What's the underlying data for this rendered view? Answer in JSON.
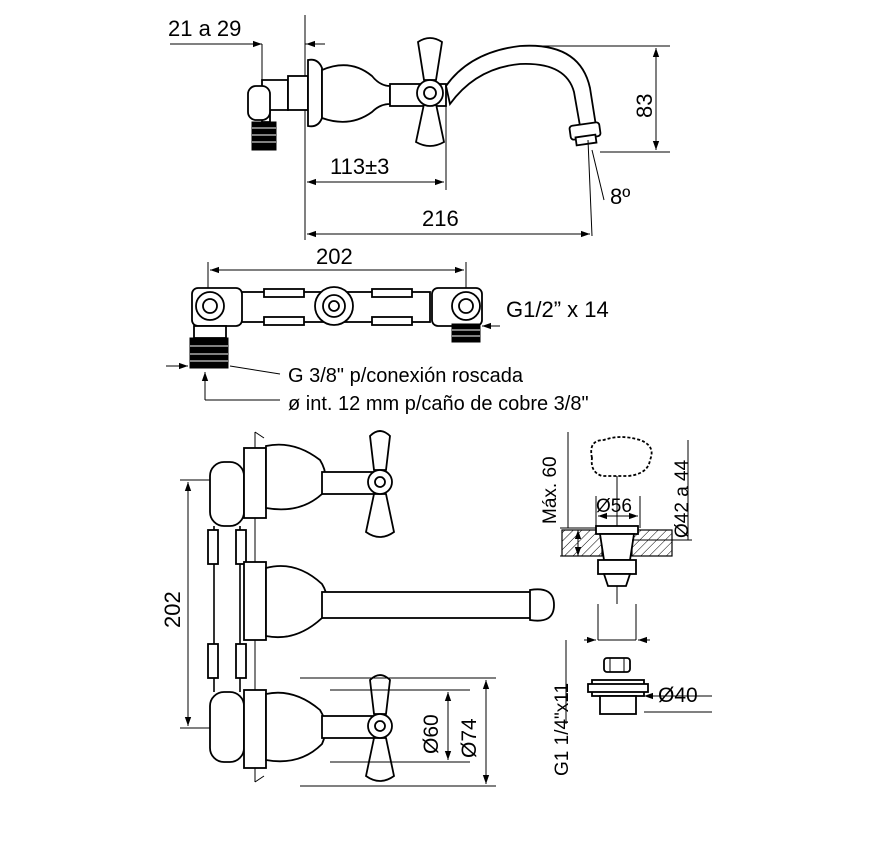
{
  "labels": {
    "wall_range": "21 a 29",
    "height_83": "83",
    "spout_113": "113±3",
    "angle_8": "8º",
    "length_216": "216",
    "width_202_top": "202",
    "thread_g12": "G1/2” x 14",
    "g38_connection": "G 3/8\" p/conexión roscada",
    "copper_pipe": "ø int. 12 mm p/caño de cobre 3/8\"",
    "height_202_front": "202",
    "dia_60": "Ø60",
    "dia_74": "Ø74",
    "max_60": "Máx. 60",
    "dia_56": "Ø56",
    "dia_42_44": "Ø42 a 44",
    "thread_g114": "G1 1/4\"x11",
    "dia_40": "Ø40"
  }
}
